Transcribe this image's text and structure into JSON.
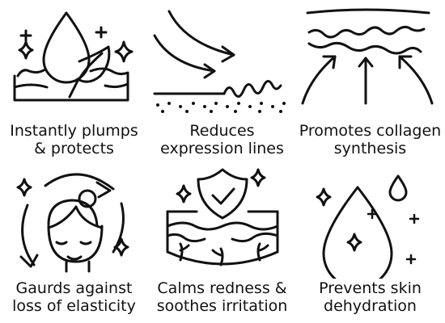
{
  "benefits": [
    {
      "line1": "Instantly plumps",
      "line2": "& protects",
      "icon": "drop-leaf-skin-icon"
    },
    {
      "line1": "Reduces",
      "line2": "expression lines",
      "icon": "smoothing-lines-icon"
    },
    {
      "line1": "Promotes collagen",
      "line2": "synthesis",
      "icon": "collagen-arrows-icon"
    },
    {
      "line1": "Gaurds against",
      "line2": "loss of elasticity",
      "icon": "face-cycle-icon"
    },
    {
      "line1": "Calms redness &",
      "line2": "soothes irritation",
      "icon": "shield-skin-icon"
    },
    {
      "line1": "Prevents skin",
      "line2": "dehydration",
      "icon": "water-drop-icon"
    }
  ]
}
